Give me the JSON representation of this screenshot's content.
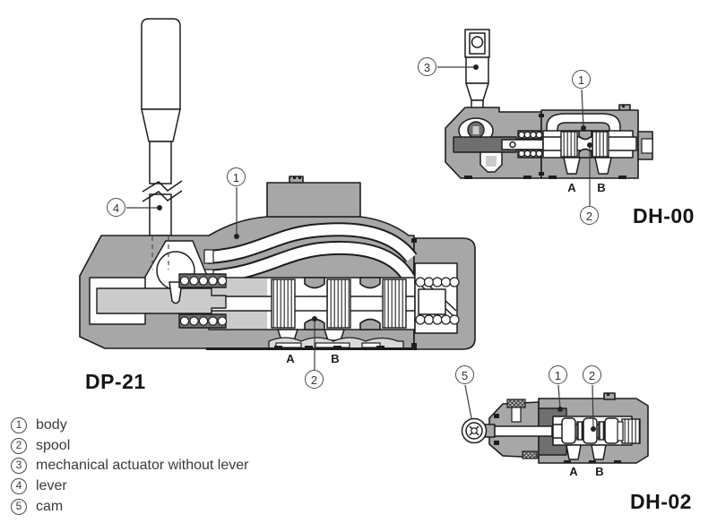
{
  "colors": {
    "body-gray": "#a7a7a7",
    "dark-gray": "#6f6f6f",
    "light-gray": "#cbcbcb",
    "panel-gray": "#d9d9d9",
    "outline": "#1d1d1d"
  },
  "dp21": {
    "model": "DP-21",
    "port_a": "A",
    "port_b": "B",
    "callout_body": "1",
    "callout_spool": "2",
    "callout_lever": "4"
  },
  "dh00": {
    "model": "DH-00",
    "port_a": "A",
    "port_b": "B",
    "callout_body": "1",
    "callout_spool": "2",
    "callout_actuator": "3"
  },
  "dh02": {
    "model": "DH-02",
    "port_a": "A",
    "port_b": "B",
    "callout_body": "1",
    "callout_spool": "2",
    "callout_cam": "5"
  },
  "legend": {
    "items": [
      {
        "num": "1",
        "label": "body"
      },
      {
        "num": "2",
        "label": "spool"
      },
      {
        "num": "3",
        "label": "mechanical actuator without lever"
      },
      {
        "num": "4",
        "label": "lever"
      },
      {
        "num": "5",
        "label": "cam"
      }
    ]
  }
}
